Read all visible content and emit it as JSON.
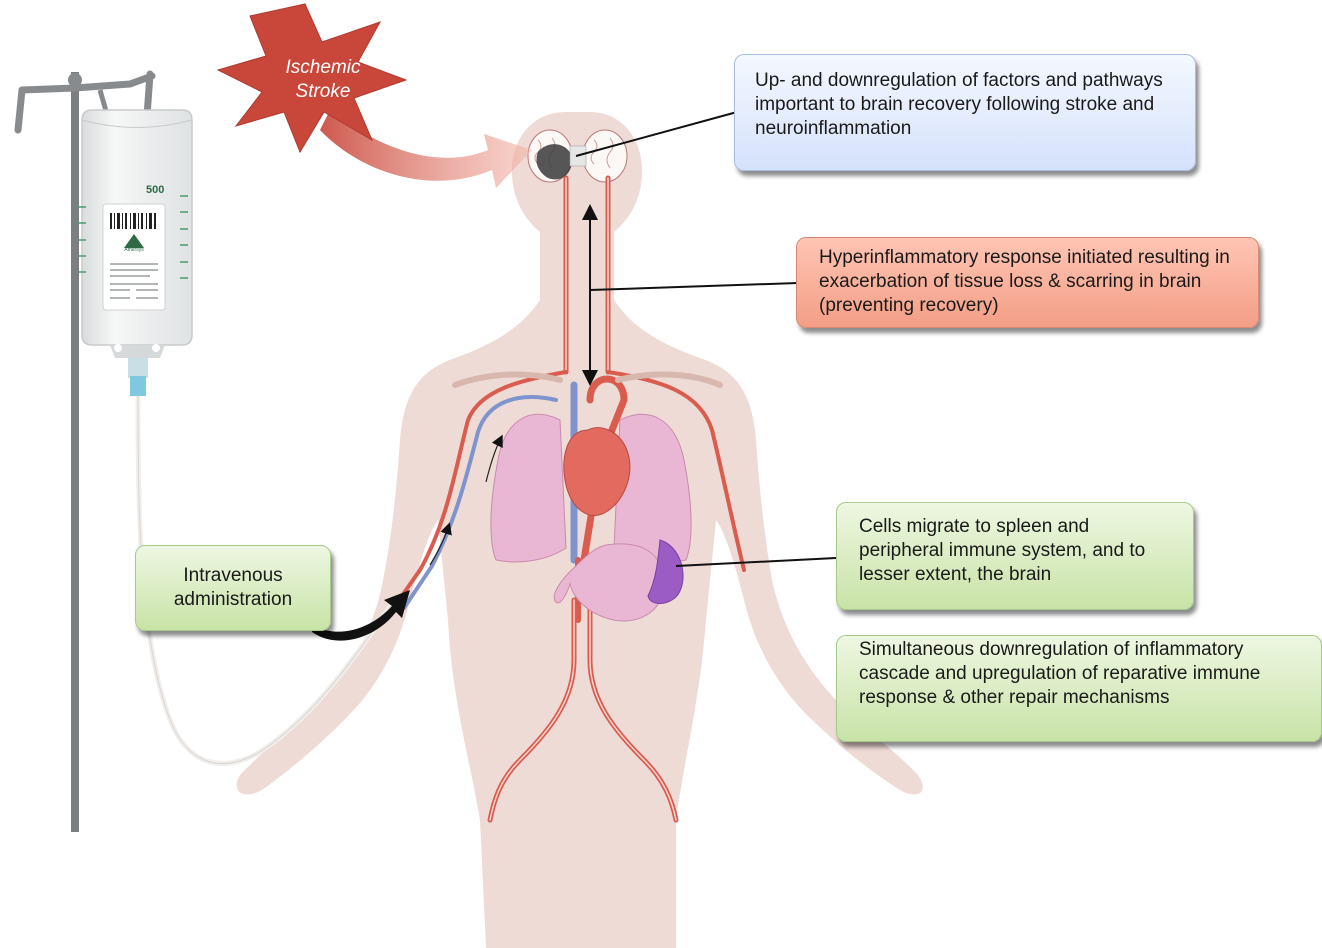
{
  "stroke_label": "Ischemic Stroke",
  "iv_bag": {
    "volume": "500",
    "brand": "Athersys"
  },
  "callouts": {
    "brain_regulation": "Up- and downregulation of factors and pathways important to brain recovery following stroke and neuroinflammation",
    "hyperinflammatory": "Hyperinflammatory response initiated resulting in exacerbation of tissue loss & scarring in brain (preventing recovery)",
    "cell_migration": "Cells migrate to spleen and peripheral immune system, and to lesser extent, the brain",
    "simultaneous_regulation": "Simultaneous downregulation of inflammatory cascade and upregulation of reparative immune response & other repair mechanisms",
    "intravenous": "Intravenous administration"
  },
  "colors": {
    "stroke_burst": "#c9463a",
    "body_silhouette": "#efdbd6",
    "artery": "#d95c4f",
    "vein": "#7f94cc",
    "lung": "#e9b6d3",
    "heart": "#e26a5e",
    "spleen": "#9b5cc4",
    "callout_blue": "#d5e2fb",
    "callout_red": "#f39e86",
    "callout_green": "#c8e3a7"
  }
}
